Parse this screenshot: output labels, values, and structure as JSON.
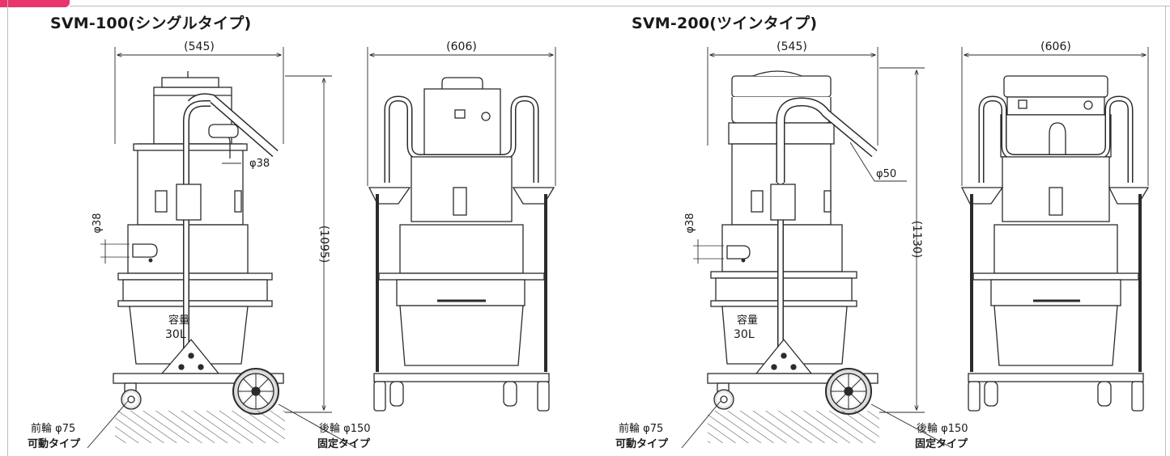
{
  "models": [
    {
      "title": "SVM-100(シングルタイプ)",
      "front_width": "(545)",
      "side_width": "(606)",
      "height": "(1095)",
      "hose_diameter": "φ38",
      "inlet_diameter": "φ38",
      "capacity_label": "容量",
      "capacity_value": "30L",
      "front_wheel": "前輪 φ75",
      "front_wheel_type": "可動タイプ",
      "rear_wheel": "後輪 φ150",
      "rear_wheel_type": "固定タイプ"
    },
    {
      "title": "SVM-200(ツインタイプ)",
      "front_width": "(545)",
      "side_width": "(606)",
      "height": "(1130)",
      "hose_diameter": "φ50",
      "inlet_diameter": "φ38",
      "capacity_label": "容量",
      "capacity_value": "30L",
      "front_wheel": "前輪 φ75",
      "front_wheel_type": "可動タイプ",
      "rear_wheel": "後輪 φ150",
      "rear_wheel_type": "固定タイプ"
    }
  ],
  "colors": {
    "line": "#2b2b2b",
    "accent_tab": "#e8356e",
    "frame": "#bdbdbd"
  }
}
